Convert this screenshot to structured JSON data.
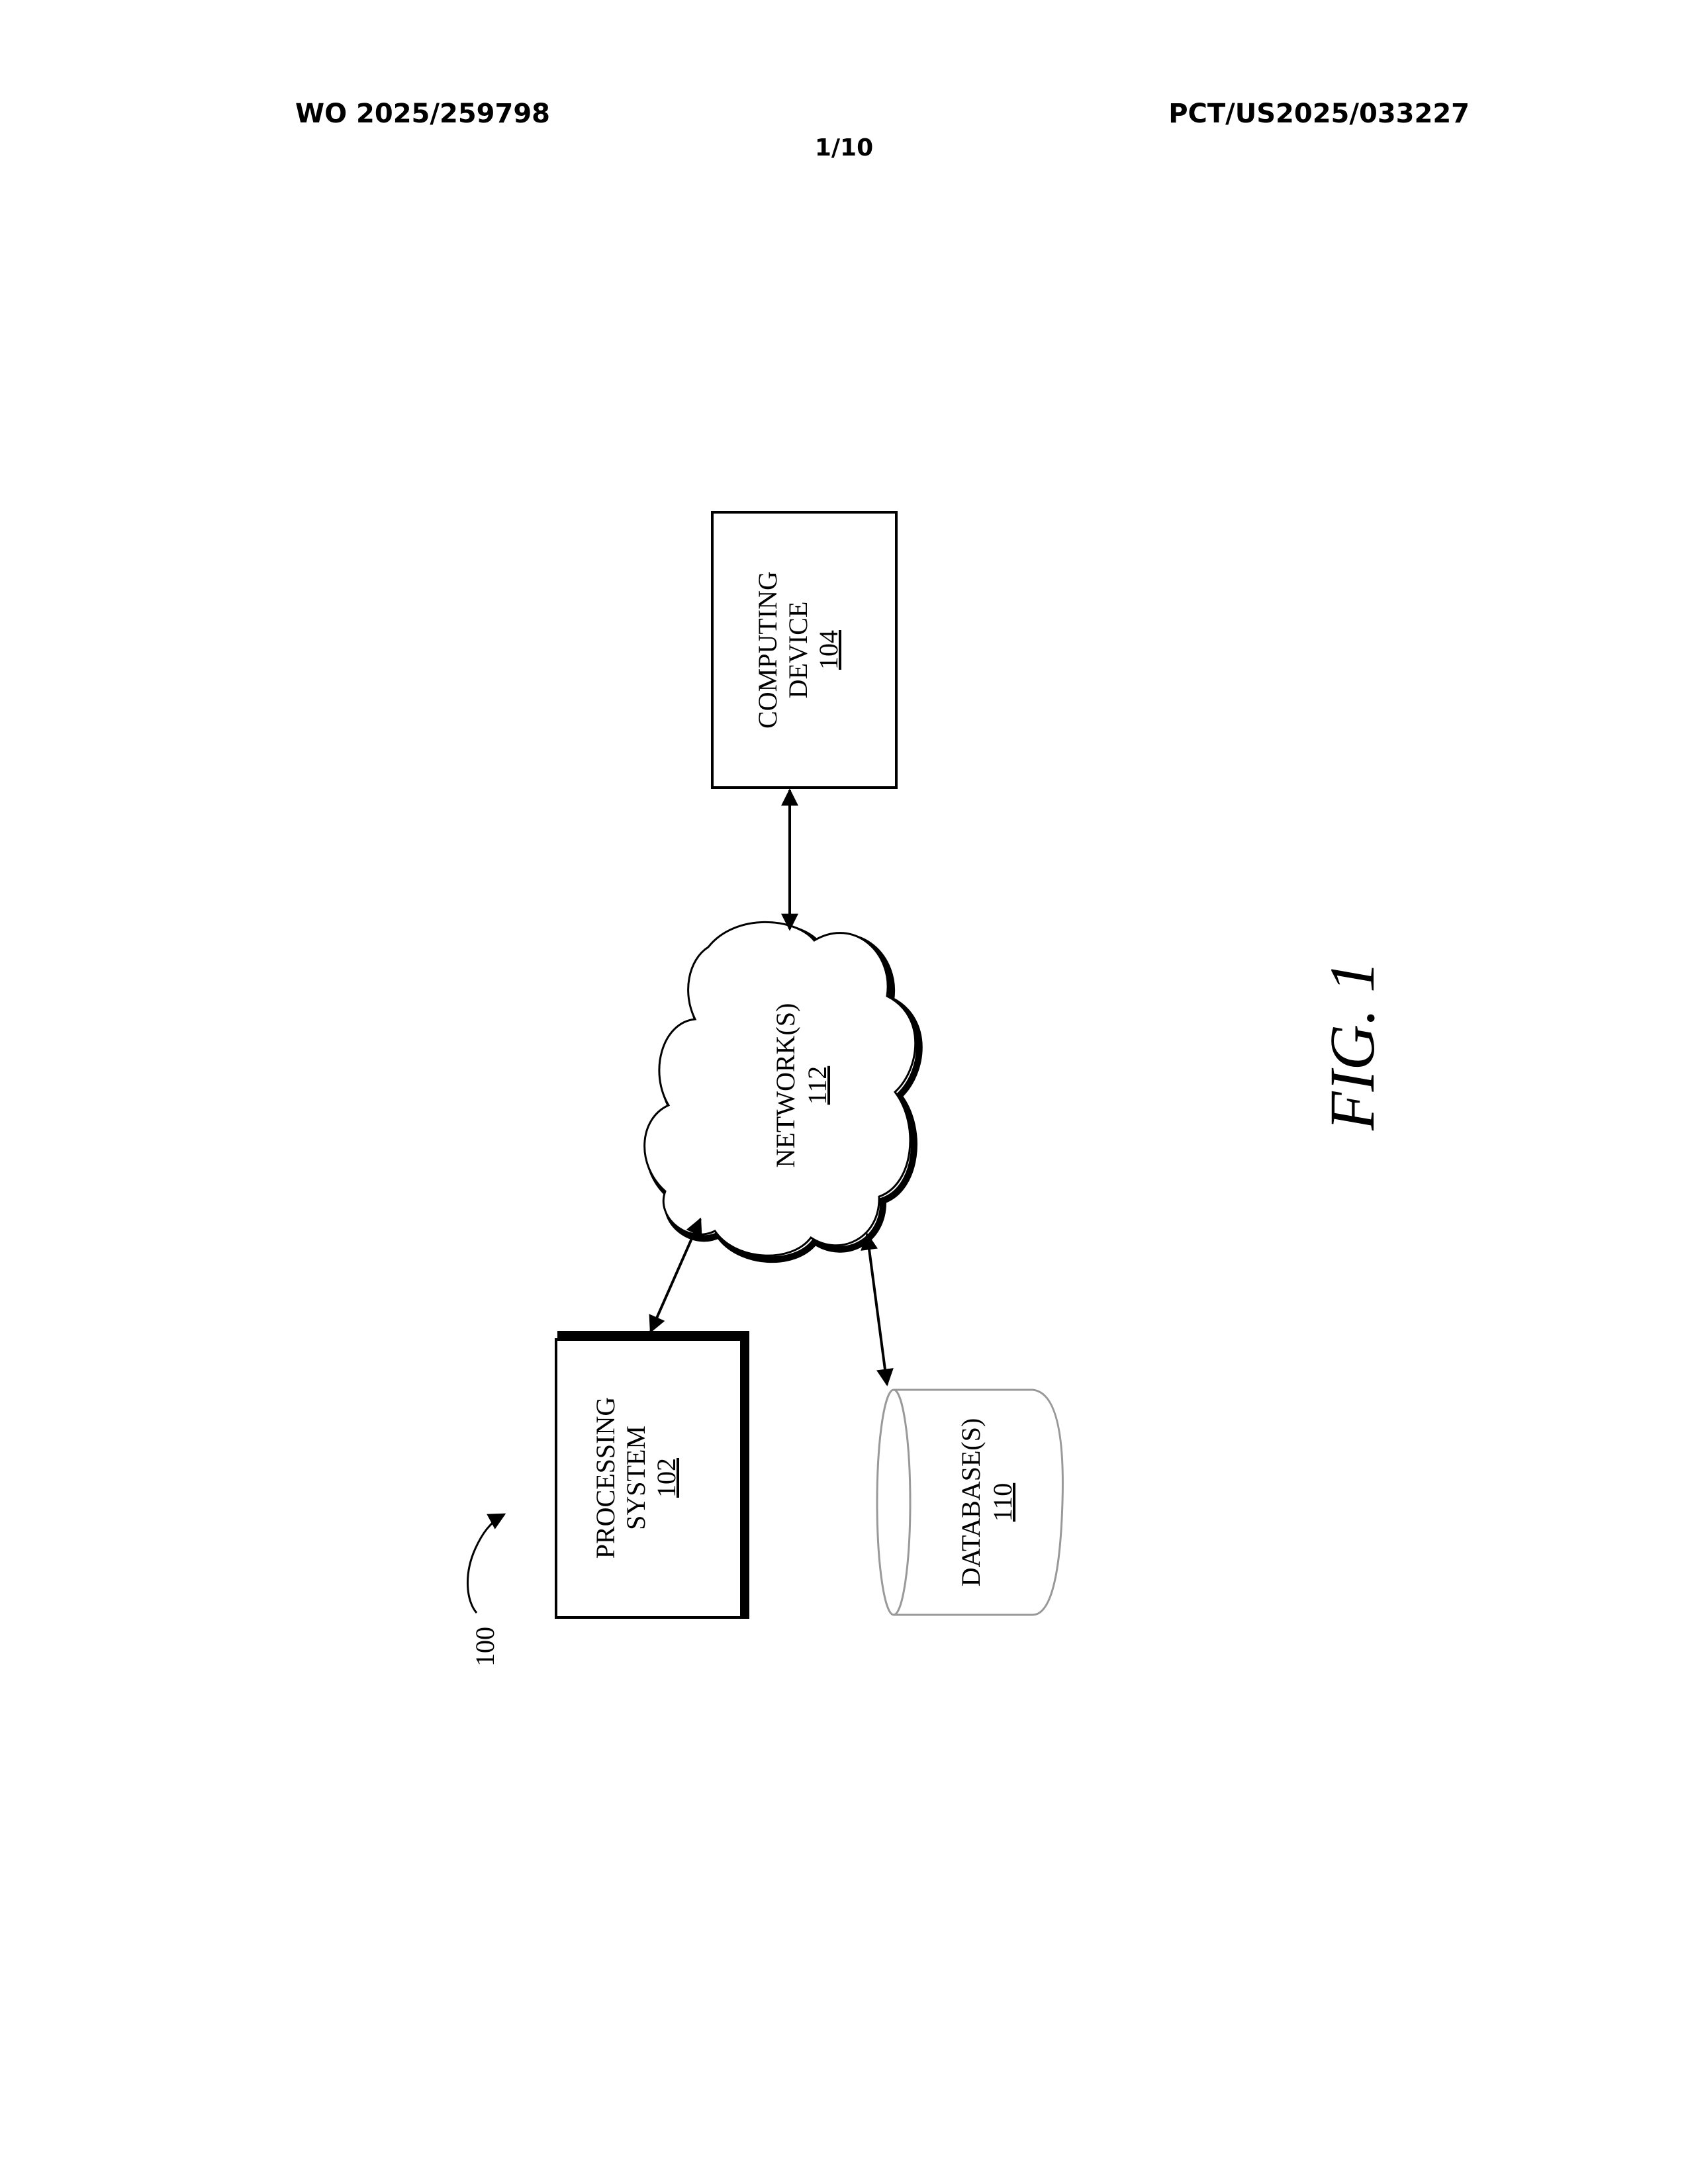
{
  "header": {
    "publication_number": "WO 2025/259798",
    "application_number": "PCT/US2025/033227",
    "sheet": "1/10"
  },
  "figure": {
    "caption": "FIG. 1",
    "system_ref": "100",
    "nodes": {
      "computing_device": {
        "label_line1": "COMPUTING",
        "label_line2": "DEVICE",
        "ref": "104"
      },
      "network": {
        "label": "NETWORK(S)",
        "ref": "112"
      },
      "processing_system": {
        "label_line1": "PROCESSING",
        "label_line2": "SYSTEM",
        "ref": "102"
      },
      "database": {
        "label": "DATABASE(S)",
        "ref": "110"
      }
    },
    "edges": [
      {
        "from": "network",
        "to": "computing_device",
        "direction": "bidirectional"
      },
      {
        "from": "network",
        "to": "processing_system",
        "direction": "bidirectional"
      },
      {
        "from": "network",
        "to": "database",
        "direction": "bidirectional"
      }
    ],
    "colors": {
      "ink": "#000000",
      "database_outline": "#888888"
    }
  }
}
